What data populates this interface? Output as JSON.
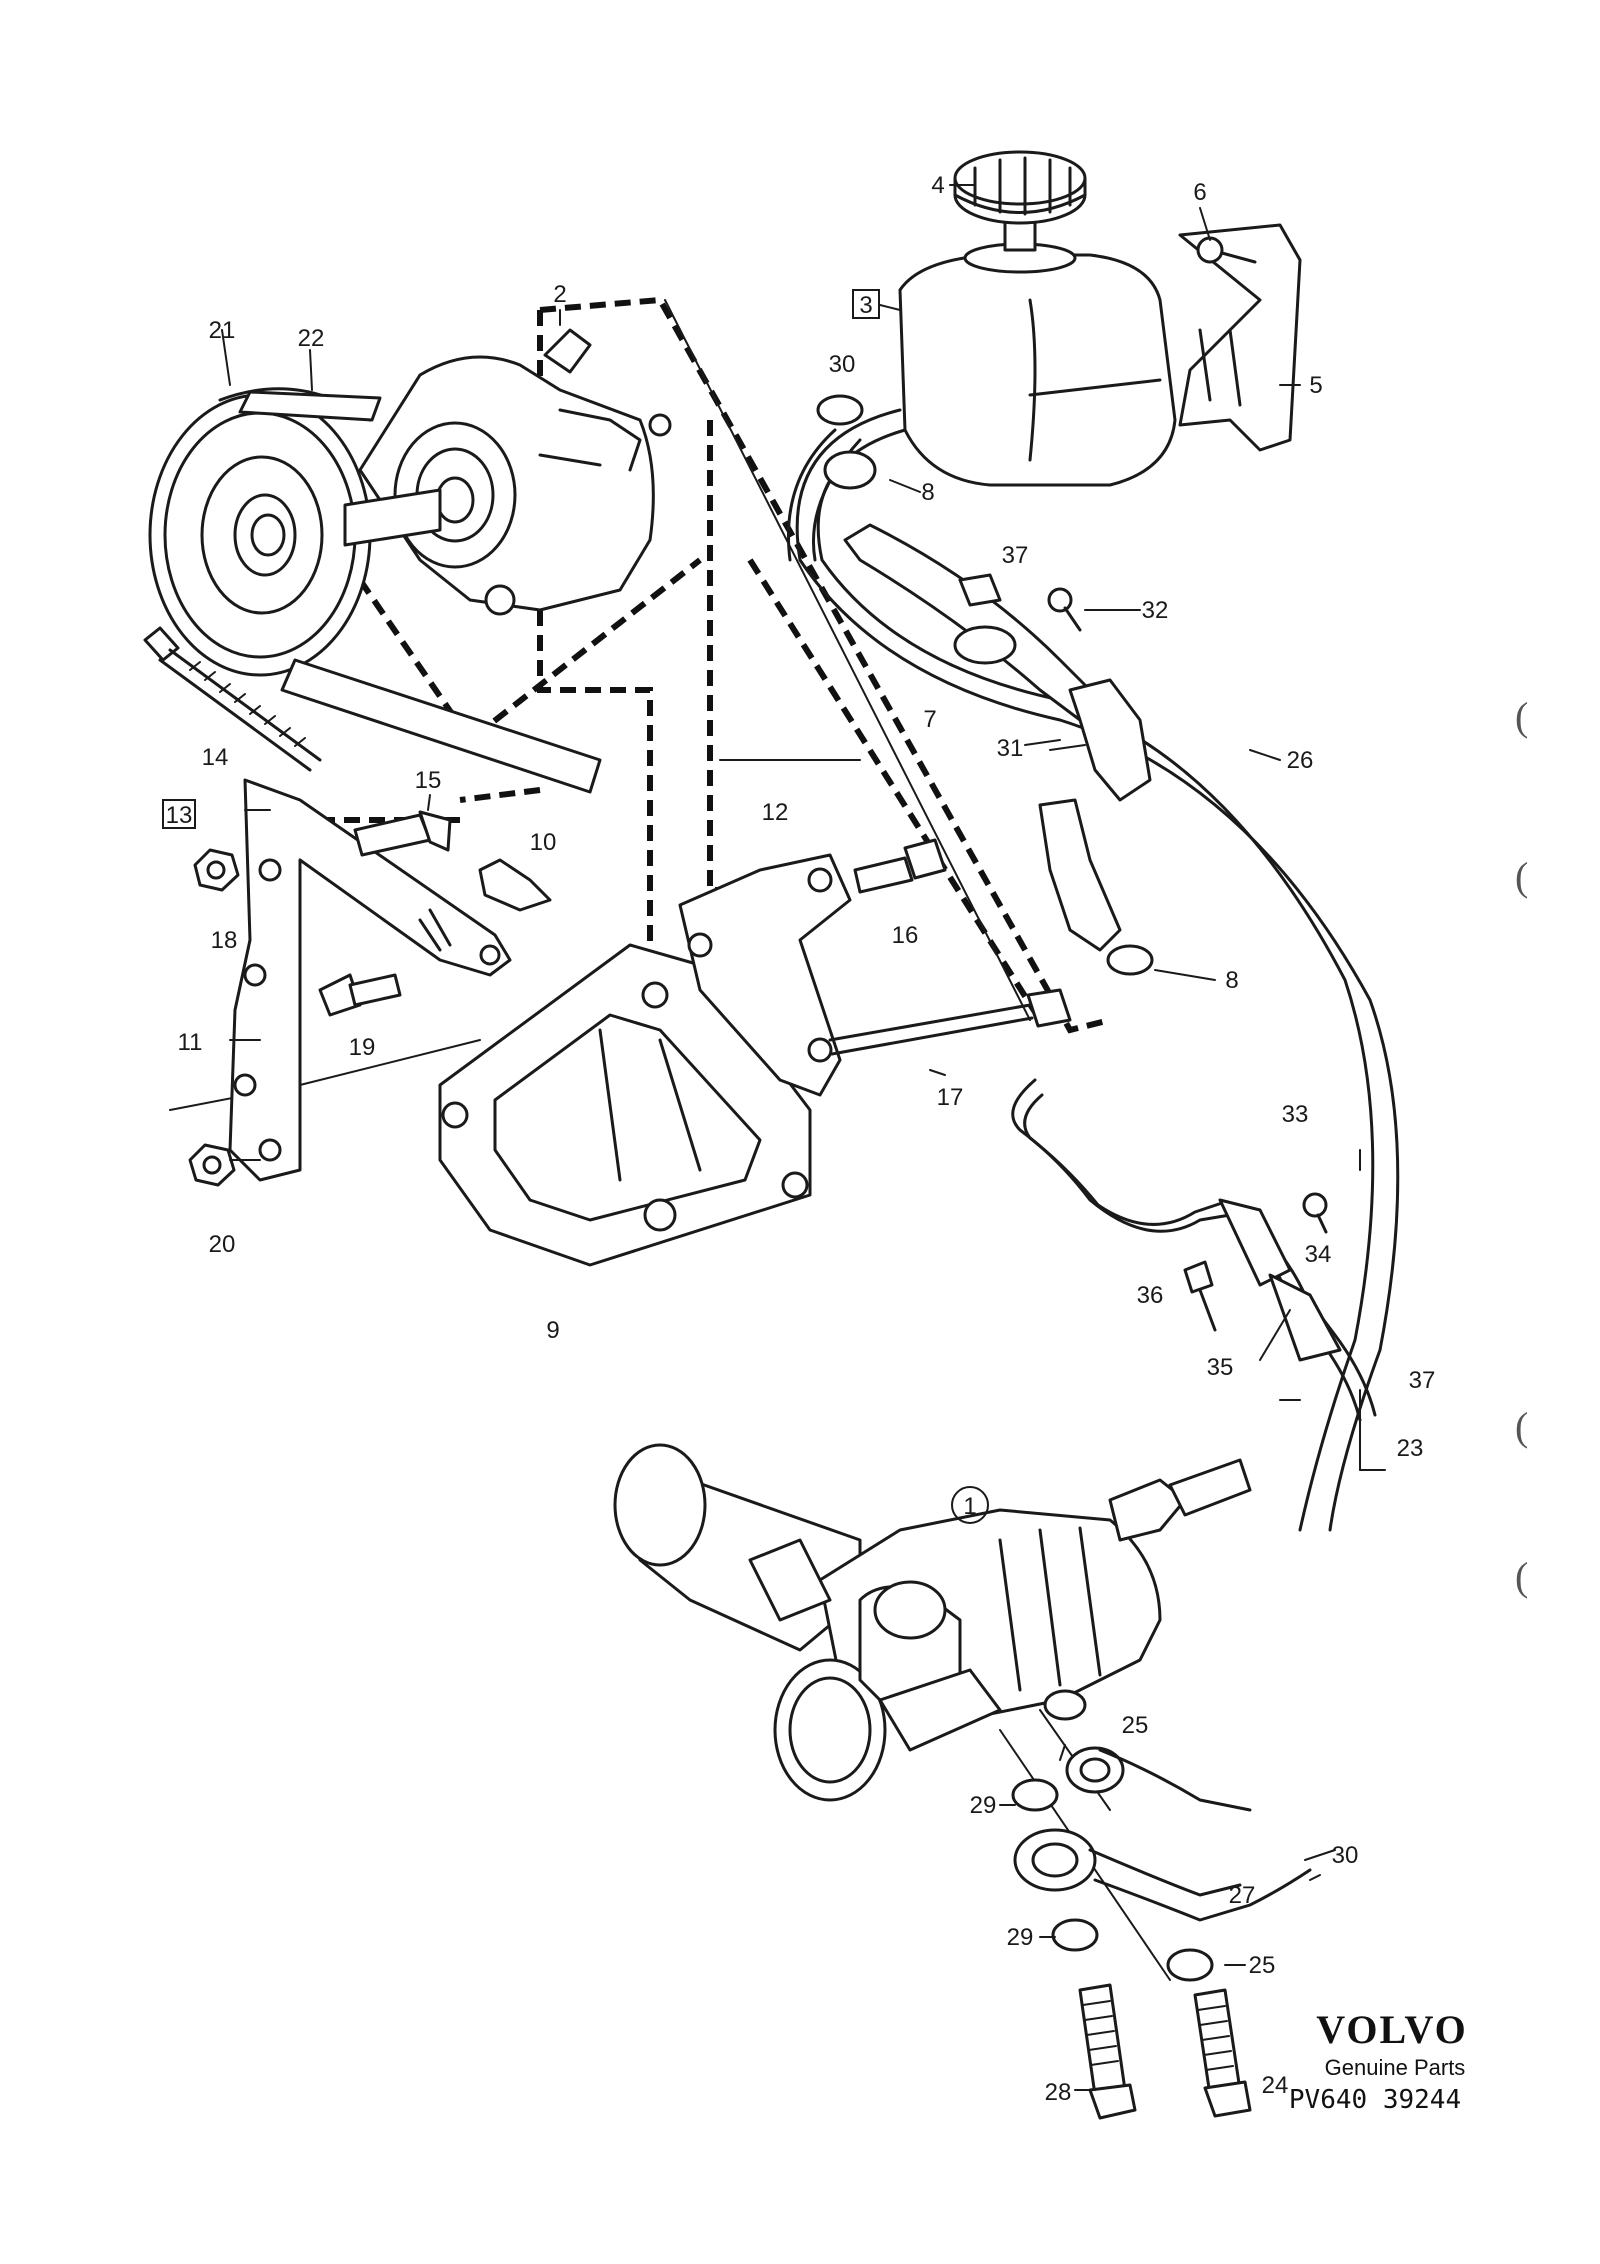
{
  "callouts": [
    "1",
    "2",
    "3",
    "4",
    "5",
    "6",
    "7",
    "8",
    "8",
    "9",
    "10",
    "11",
    "12",
    "13",
    "14",
    "15",
    "16",
    "17",
    "18",
    "19",
    "20",
    "21",
    "22",
    "23",
    "24",
    "25",
    "25",
    "26",
    "27",
    "28",
    "29",
    "29",
    "30",
    "30",
    "31",
    "32",
    "33",
    "34",
    "35",
    "36",
    "37",
    "37"
  ],
  "brand": {
    "logo_text": "VOLVO",
    "subtitle": "Genuine Parts",
    "code": "PV640 39244"
  },
  "margin_marks": [
    "(",
    "(",
    "(",
    "("
  ]
}
